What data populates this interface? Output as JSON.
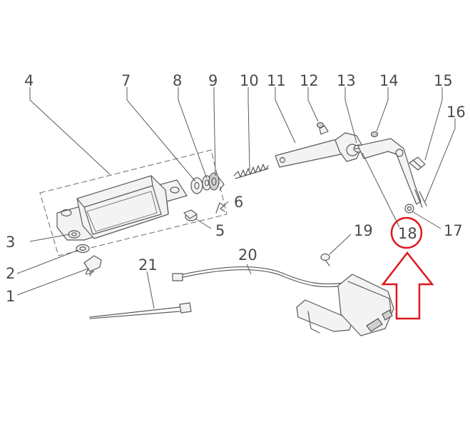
{
  "diagram": {
    "callouts": [
      {
        "id": "1",
        "label": "1"
      },
      {
        "id": "2",
        "label": "2"
      },
      {
        "id": "3",
        "label": "3"
      },
      {
        "id": "4",
        "label": "4"
      },
      {
        "id": "5",
        "label": "5"
      },
      {
        "id": "6",
        "label": "6"
      },
      {
        "id": "7",
        "label": "7"
      },
      {
        "id": "8",
        "label": "8"
      },
      {
        "id": "9",
        "label": "9"
      },
      {
        "id": "10",
        "label": "10"
      },
      {
        "id": "11",
        "label": "11"
      },
      {
        "id": "12",
        "label": "12"
      },
      {
        "id": "13",
        "label": "13"
      },
      {
        "id": "14",
        "label": "14"
      },
      {
        "id": "15",
        "label": "15"
      },
      {
        "id": "16",
        "label": "16"
      },
      {
        "id": "17",
        "label": "17"
      },
      {
        "id": "18",
        "label": "18"
      },
      {
        "id": "19",
        "label": "19"
      },
      {
        "id": "20",
        "label": "20"
      },
      {
        "id": "21",
        "label": "21"
      }
    ],
    "highlight": {
      "callout": "18",
      "color": "#e0161c"
    }
  }
}
